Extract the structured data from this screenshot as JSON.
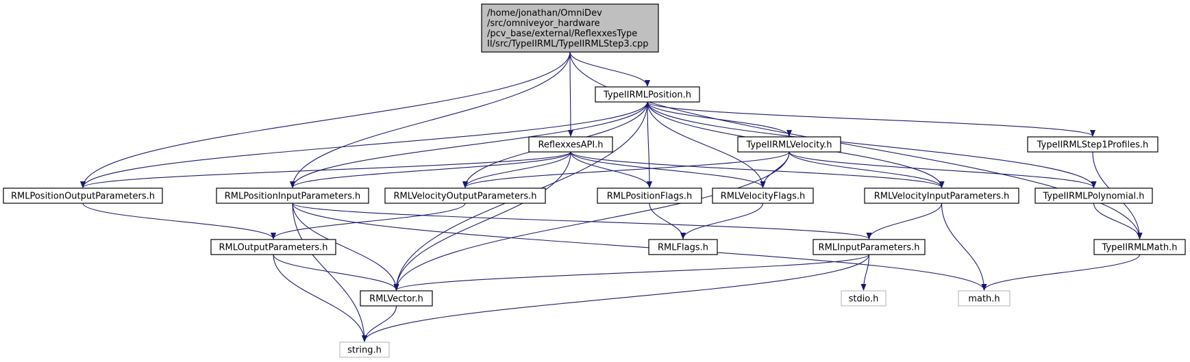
{
  "colors": {
    "edge": "#191970",
    "node_border": "#000000",
    "external_border": "#bfbfbf",
    "external_text": "#7f7f7f",
    "root_fill": "#bfbfbf"
  },
  "nodes": [
    {
      "id": "root",
      "kind": "root",
      "lines": [
        "/home/jonathan/OmniDev",
        "/src/omniveyor_hardware",
        "/pcv_base/external/ReflexxesType",
        "II/src/TypeIIRML/TypeIIRMLStep3.cpp"
      ]
    },
    {
      "id": "typeiirmlposition",
      "kind": "header",
      "lines": [
        "TypeIIRMLPosition.h"
      ]
    },
    {
      "id": "reflexxesapi",
      "kind": "header",
      "lines": [
        "ReflexxesAPI.h"
      ]
    },
    {
      "id": "typeiirmlvelocity",
      "kind": "header",
      "lines": [
        "TypeIIRMLVelocity.h"
      ]
    },
    {
      "id": "typeiirmlstep1profiles",
      "kind": "header",
      "lines": [
        "TypeIIRMLStep1Profiles.h"
      ]
    },
    {
      "id": "rmlpositionoutputparameters",
      "kind": "header",
      "lines": [
        "RMLPositionOutputParameters.h"
      ]
    },
    {
      "id": "rmlpositioninputparameters",
      "kind": "header",
      "lines": [
        "RMLPositionInputParameters.h"
      ]
    },
    {
      "id": "rmlvelocityoutputparameters",
      "kind": "header",
      "lines": [
        "RMLVelocityOutputParameters.h"
      ]
    },
    {
      "id": "rmlpositionflags",
      "kind": "header",
      "lines": [
        "RMLPositionFlags.h"
      ]
    },
    {
      "id": "rmlvelocityflags",
      "kind": "header",
      "lines": [
        "RMLVelocityFlags.h"
      ]
    },
    {
      "id": "rmlvelocityinputparameters",
      "kind": "header",
      "lines": [
        "RMLVelocityInputParameters.h"
      ]
    },
    {
      "id": "typeiirmlpolynomial",
      "kind": "header",
      "lines": [
        "TypeIIRMLPolynomial.h"
      ]
    },
    {
      "id": "rmloutputparameters",
      "kind": "header",
      "lines": [
        "RMLOutputParameters.h"
      ]
    },
    {
      "id": "rmlflags",
      "kind": "header",
      "lines": [
        "RMLFlags.h"
      ]
    },
    {
      "id": "rmlinputparameters",
      "kind": "header",
      "lines": [
        "RMLInputParameters.h"
      ]
    },
    {
      "id": "typeiirmlmath",
      "kind": "header",
      "lines": [
        "TypeIIRMLMath.h"
      ]
    },
    {
      "id": "rmlvector",
      "kind": "header",
      "lines": [
        "RMLVector.h"
      ]
    },
    {
      "id": "stdio",
      "kind": "external",
      "lines": [
        "stdio.h"
      ]
    },
    {
      "id": "math",
      "kind": "external",
      "lines": [
        "math.h"
      ]
    },
    {
      "id": "string",
      "kind": "external",
      "lines": [
        "string.h"
      ]
    }
  ],
  "edges": [
    [
      "root",
      "rmlpositionoutputparameters"
    ],
    [
      "root",
      "rmlpositioninputparameters"
    ],
    [
      "root",
      "reflexxesapi"
    ],
    [
      "root",
      "typeiirmlposition"
    ],
    [
      "root",
      "typeiirmlmath"
    ],
    [
      "typeiirmlposition",
      "rmlpositionoutputparameters"
    ],
    [
      "typeiirmlposition",
      "rmlvector"
    ],
    [
      "typeiirmlposition",
      "rmlpositioninputparameters"
    ],
    [
      "typeiirmlposition",
      "rmlvelocityoutputparameters"
    ],
    [
      "typeiirmlposition",
      "rmlpositionflags"
    ],
    [
      "typeiirmlposition",
      "rmlvelocityflags"
    ],
    [
      "typeiirmlposition",
      "typeiirmlvelocity"
    ],
    [
      "typeiirmlposition",
      "rmlvelocityinputparameters"
    ],
    [
      "typeiirmlposition",
      "typeiirmlstep1profiles"
    ],
    [
      "typeiirmlposition",
      "typeiirmlpolynomial"
    ],
    [
      "reflexxesapi",
      "rmlpositionoutputparameters"
    ],
    [
      "reflexxesapi",
      "rmlpositioninputparameters"
    ],
    [
      "reflexxesapi",
      "rmlvelocityoutputparameters"
    ],
    [
      "reflexxesapi",
      "rmlpositionflags"
    ],
    [
      "reflexxesapi",
      "rmlvelocityflags"
    ],
    [
      "reflexxesapi",
      "rmlvelocityinputparameters"
    ],
    [
      "reflexxesapi",
      "rmlvector"
    ],
    [
      "typeiirmlvelocity",
      "rmlvelocityoutputparameters"
    ],
    [
      "typeiirmlvelocity",
      "rmlvelocityflags"
    ],
    [
      "typeiirmlvelocity",
      "rmlvelocityinputparameters"
    ],
    [
      "typeiirmlvelocity",
      "typeiirmlpolynomial"
    ],
    [
      "typeiirmlvelocity",
      "rmlvector"
    ],
    [
      "typeiirmlstep1profiles",
      "typeiirmlmath"
    ],
    [
      "rmlpositionoutputparameters",
      "rmloutputparameters"
    ],
    [
      "rmlpositioninputparameters",
      "rmlinputparameters"
    ],
    [
      "rmlpositioninputparameters",
      "rmlvector"
    ],
    [
      "rmlpositioninputparameters",
      "string"
    ],
    [
      "rmlpositioninputparameters",
      "math"
    ],
    [
      "rmlvelocityoutputparameters",
      "rmloutputparameters"
    ],
    [
      "rmlpositionflags",
      "rmlflags"
    ],
    [
      "rmlvelocityflags",
      "rmlflags"
    ],
    [
      "rmlvelocityinputparameters",
      "rmlinputparameters"
    ],
    [
      "rmlvelocityinputparameters",
      "math"
    ],
    [
      "typeiirmlpolynomial",
      "typeiirmlmath"
    ],
    [
      "rmloutputparameters",
      "rmlvector"
    ],
    [
      "rmloutputparameters",
      "string"
    ],
    [
      "rmlinputparameters",
      "rmlvector"
    ],
    [
      "rmlinputparameters",
      "stdio"
    ],
    [
      "rmlinputparameters",
      "string"
    ],
    [
      "typeiirmlmath",
      "math"
    ],
    [
      "rmlvector",
      "string"
    ]
  ]
}
